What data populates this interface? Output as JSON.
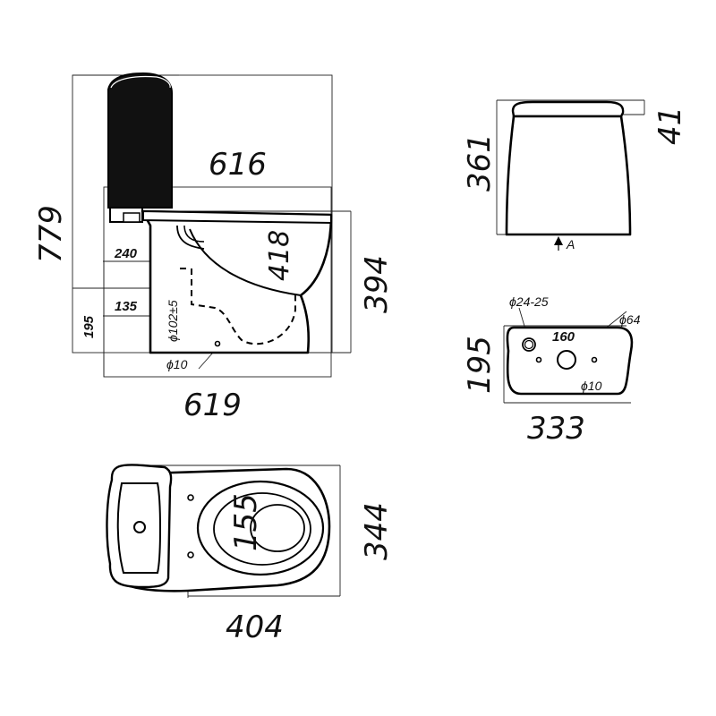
{
  "side_view": {
    "height_total": "779",
    "length_top": "616",
    "length_bottom": "619",
    "seat_height": "418",
    "bowl_height": "394",
    "outlet_distance": "240",
    "outlet_center": "135",
    "outlet_height": "195",
    "outlet_diameter": "ϕ102±5",
    "bolt_diameter": "ϕ10"
  },
  "tank_front_view": {
    "height": "361",
    "lid_height": "41",
    "section_mark": "A"
  },
  "tank_section_view": {
    "width": "333",
    "height": "195",
    "inlet_diameter": "ϕ24-25",
    "flush_diameter": "ϕ64",
    "bolt_spacing": "160",
    "bolt_diameter": "ϕ10"
  },
  "top_view": {
    "width": "404",
    "length": "344",
    "bolt_spacing": "155"
  }
}
